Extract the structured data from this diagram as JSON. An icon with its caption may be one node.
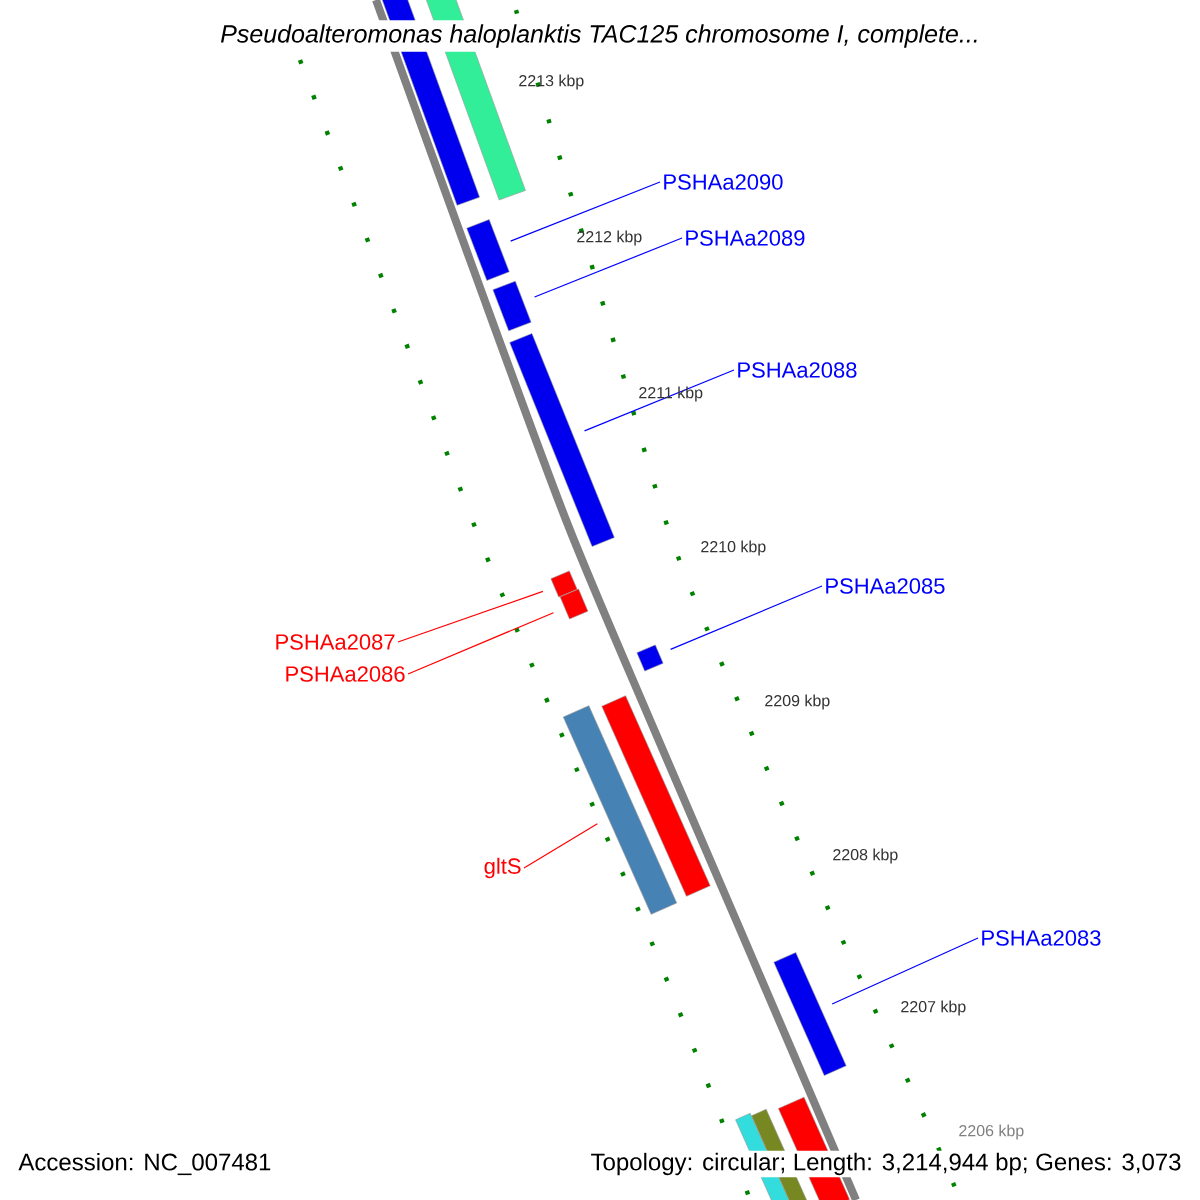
{
  "diagram": {
    "title": "Pseudoalteromonas haloplanktis TAC125 chromosome I, complete...",
    "nodes": [
      {
        "text": [
          "PSHAa2090"
        ]
      },
      {
        "text": [
          "PSHAa2089"
        ]
      },
      {
        "text": [
          "PSHAa2088"
        ]
      },
      {
        "text": [
          "PSHAa2087"
        ]
      },
      {
        "text": [
          "PSHAa2086"
        ]
      },
      {
        "text": [
          "PSHAa2085"
        ]
      },
      {
        "text": [
          "gltS"
        ]
      },
      {
        "text": [
          "PSHAa2083"
        ]
      },
      {
        "text": [],
        "shape": "bar"
      },
      {
        "text": [],
        "shape": "bar"
      },
      {
        "text": [],
        "shape": "bar"
      },
      {
        "text": [],
        "shape": "bar"
      },
      {
        "text": [],
        "shape": "bar"
      },
      {
        "text": [],
        "shape": "bar"
      },
      {
        "text": [],
        "shape": "bar"
      },
      {
        "text": [],
        "shape": "bar"
      },
      {
        "text": [],
        "shape": "bar"
      },
      {
        "text": [],
        "shape": "bar"
      },
      {
        "text": [],
        "shape": "bar"
      },
      {
        "text": [],
        "shape": "bar"
      },
      {
        "text": [],
        "shape": "bar"
      },
      {
        "text": [],
        "shape": "bar"
      }
    ],
    "edges": [
      {
        "from": 0,
        "to": 10,
        "arrow": "none"
      },
      {
        "from": 1,
        "to": 11,
        "arrow": "none"
      },
      {
        "from": 2,
        "to": 12,
        "arrow": "none"
      },
      {
        "from": 3,
        "to": 13,
        "arrow": "none",
        "color": "#ff0000"
      },
      {
        "from": 4,
        "to": 14,
        "arrow": "none",
        "color": "#ff0000"
      },
      {
        "from": 5,
        "to": 15,
        "arrow": "none"
      },
      {
        "from": 6,
        "to": 16,
        "arrow": "none",
        "color": "#ff0000"
      },
      {
        "from": 7,
        "to": 18,
        "arrow": "none"
      }
    ],
    "labels": [
      "2213 kbp",
      "2212 kbp",
      "2211 kbp",
      "2210 kbp",
      "2209 kbp",
      "2208 kbp",
      "2207 kbp",
      "2206 kbp",
      "Accession: NC_007481",
      "Topology: circular; Length: 3,214,944 bp; Genes: 3,073"
    ]
  }
}
